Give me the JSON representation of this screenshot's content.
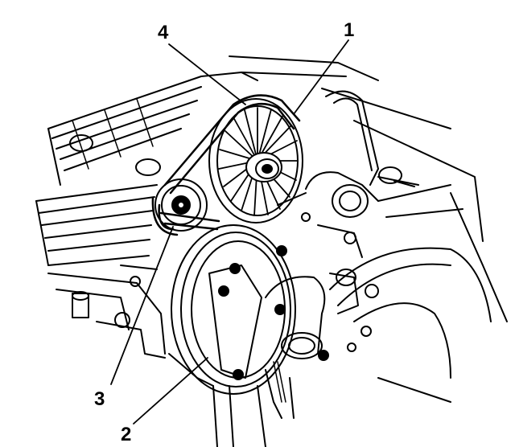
{
  "diagram": {
    "line_color": "#000000",
    "background": "#ffffff",
    "callouts": [
      {
        "id": "4",
        "label": "4"
      },
      {
        "id": "1",
        "label": "1"
      },
      {
        "id": "3",
        "label": "3"
      },
      {
        "id": "2",
        "label": "2"
      }
    ]
  }
}
